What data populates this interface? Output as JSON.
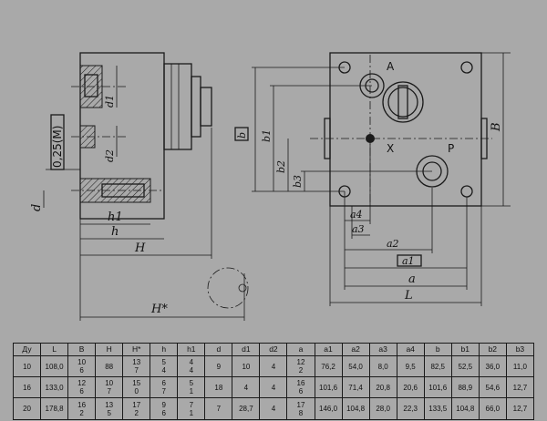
{
  "drawing": {
    "labels": {
      "A": "A",
      "P": "P",
      "X": "X",
      "B_box": "b",
      "d": "d",
      "d1": "d1",
      "d2": "d2",
      "h": "h",
      "h1": "h1",
      "H": "H",
      "H_star": "H*",
      "a": "a",
      "a1": "a1",
      "a2": "a2",
      "a3": "a3",
      "a4": "a4",
      "L": "L",
      "B": "B",
      "b1": "b1",
      "b2": "b2",
      "b3": "b3",
      "marking": "0,25(M)"
    }
  },
  "spec_table": {
    "columns": [
      "Ду",
      "L",
      "B",
      "H",
      "H*",
      "h",
      "h1",
      "d",
      "d1",
      "d2",
      "a",
      "a1",
      "a2",
      "a3",
      "a4",
      "b",
      "b1",
      "b2",
      "b3"
    ],
    "rows": [
      [
        "10",
        "108,0",
        "10\n6",
        "88",
        "13\n7",
        "5\n4",
        "4\n4",
        "9",
        "10",
        "4",
        "12\n2",
        "76,2",
        "54,0",
        "8,0",
        "9,5",
        "82,5",
        "52,5",
        "36,0",
        "11,0"
      ],
      [
        "16",
        "133,0",
        "12\n6",
        "10\n7",
        "15\n0",
        "6\n7",
        "5\n1",
        "18",
        "4",
        "4",
        "16\n6",
        "101,6",
        "71,4",
        "20,8",
        "20,6",
        "101,6",
        "88,9",
        "54,6",
        "12,7"
      ],
      [
        "20",
        "178,8",
        "16\n2",
        "13\n5",
        "17\n2",
        "9\n6",
        "7\n1",
        "7",
        "28,7",
        "4",
        "17\n8",
        "146,0",
        "104,8",
        "28,0",
        "22,3",
        "133,5",
        "104,8",
        "66,0",
        "12,7"
      ]
    ]
  }
}
